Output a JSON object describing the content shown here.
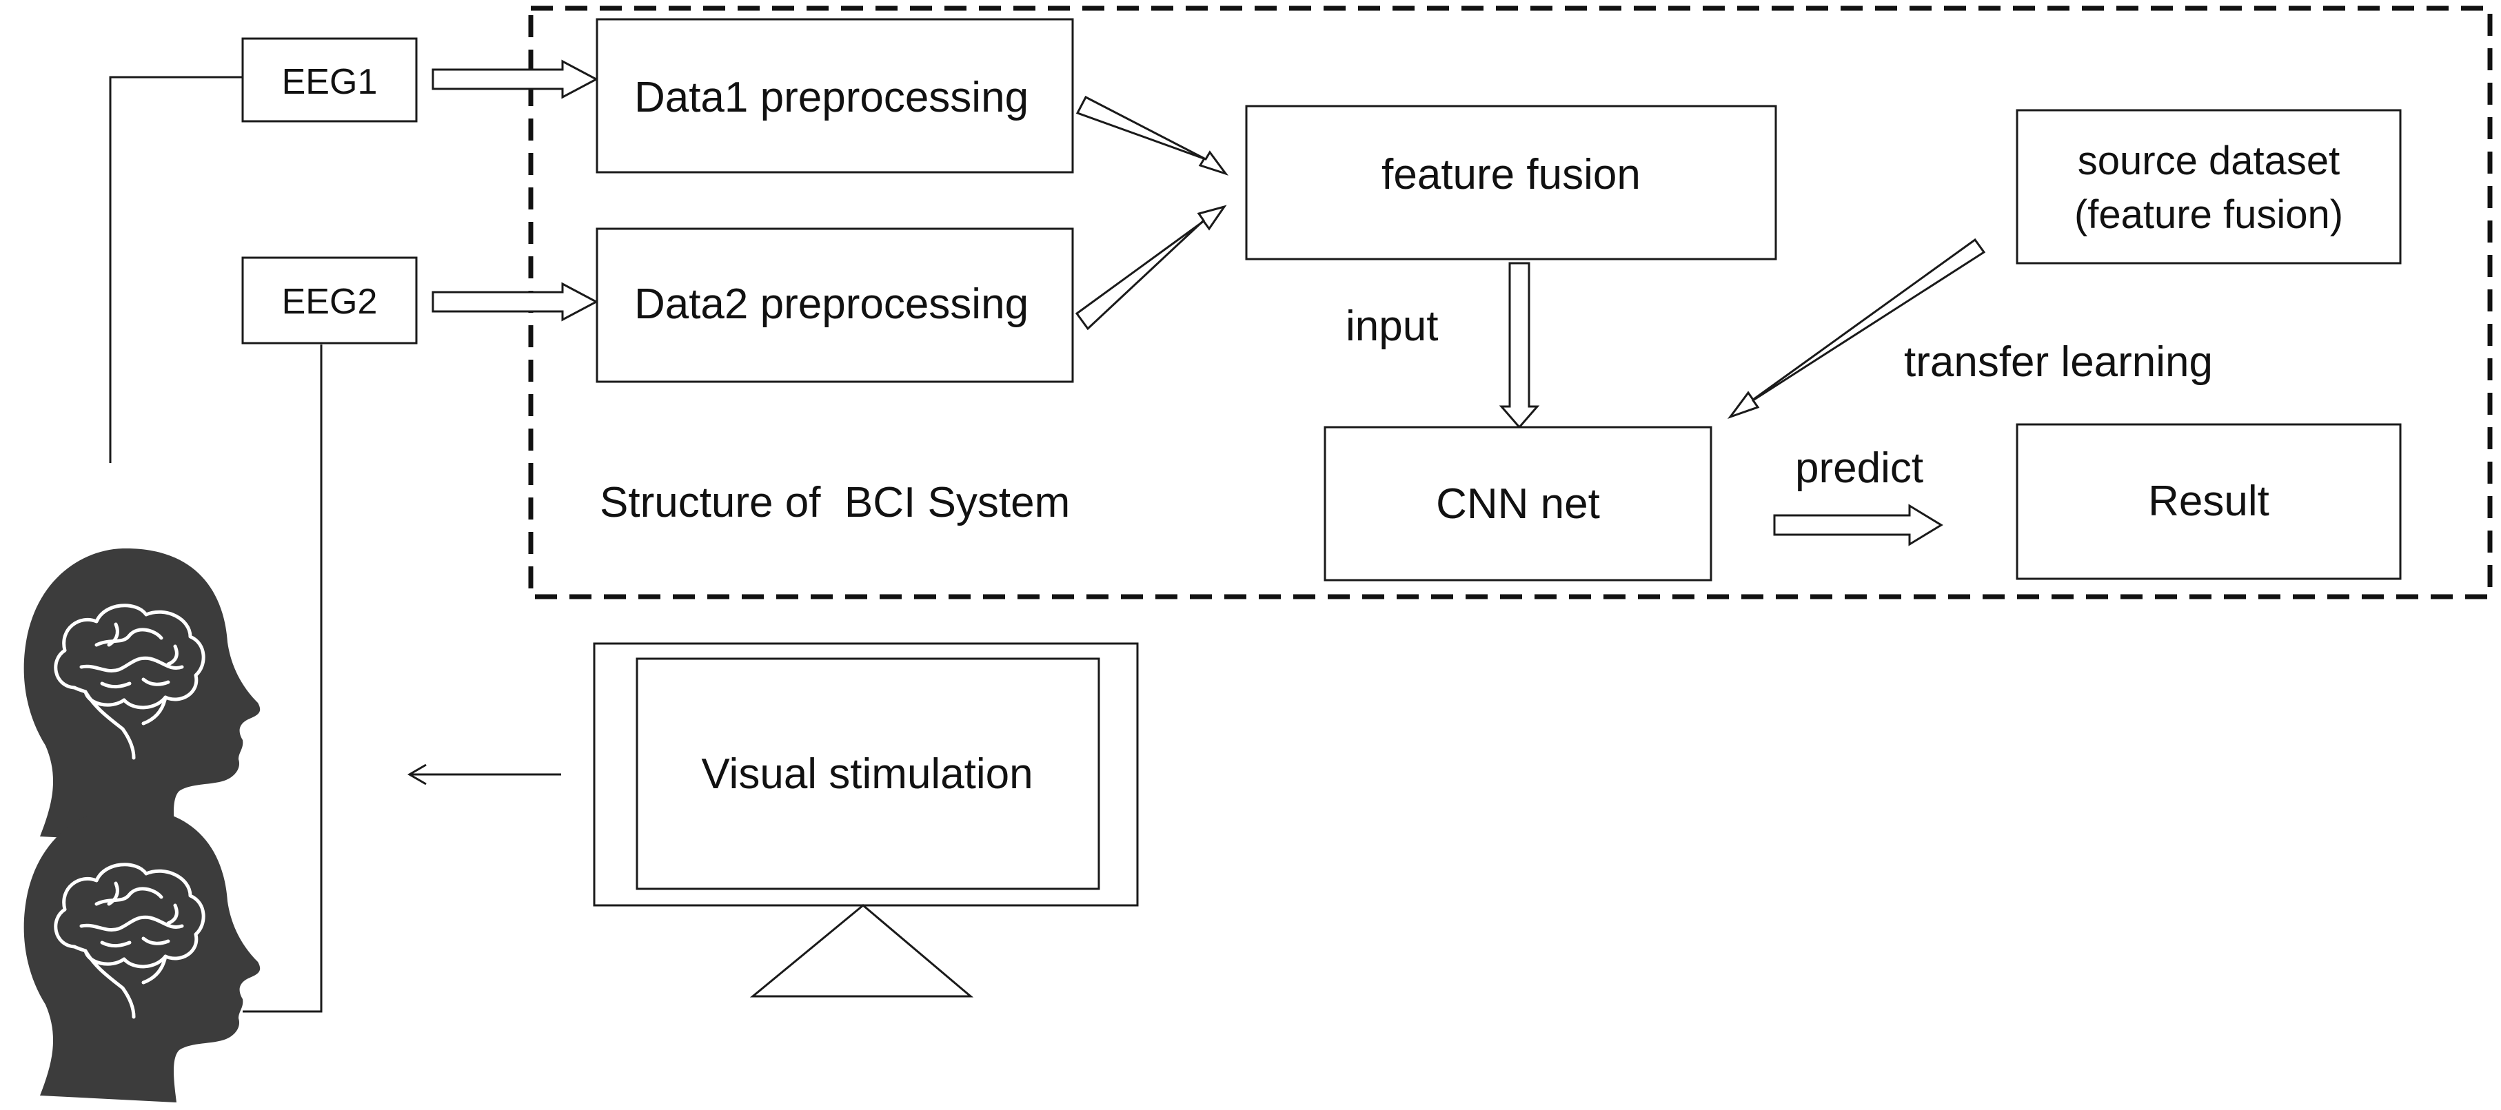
{
  "labels": {
    "eeg1": "EEG1",
    "eeg2": "EEG2",
    "data1": "Data1 preprocessing",
    "data2": "Data2 preprocessing",
    "fusion": "feature fusion",
    "source_line1": "source dataset",
    "source_line2": "(feature fusion)",
    "input": "input",
    "transfer": "transfer learning",
    "cnn": "CNN net",
    "predict": "predict",
    "result": "Result",
    "structure": "Structure of  BCI System",
    "visual": "Visual stimulation"
  },
  "icons": {
    "head_top": "head-brain-icon",
    "head_bottom": "head-brain-icon",
    "monitor": "monitor-icon"
  }
}
